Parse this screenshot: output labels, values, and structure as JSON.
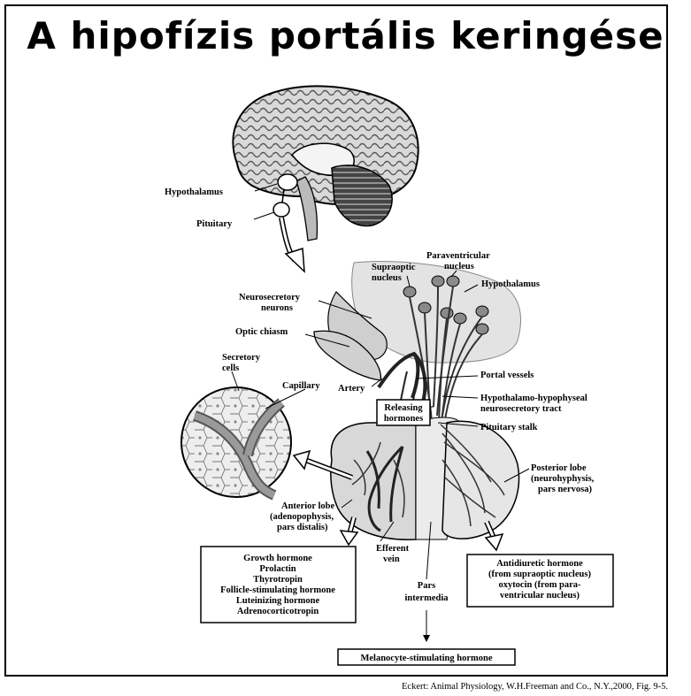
{
  "title": "A hipofízis portális keringése",
  "labels": {
    "hypothalamus_brain": "Hypothalamus",
    "pituitary": "Pituitary",
    "paraventricular_1": "Paraventricular",
    "paraventricular_2": "nucleus",
    "supraoptic_1": "Supraoptic",
    "supraoptic_2": "nucleus",
    "hypothalamus_detail": "Hypothalamus",
    "neurosecretory_1": "Neurosecretory",
    "neurosecretory_2": "neurons",
    "optic_chiasm": "Optic chiasm",
    "secretory_1": "Secretory",
    "secretory_2": "cells",
    "capillary": "Capillary",
    "artery": "Artery",
    "portal_vessels": "Portal vessels",
    "hht_1": "Hypothalamo-hypophyseal",
    "hht_2": "neurosecretory tract",
    "releasing_1": "Releasing",
    "releasing_2": "hormones",
    "pituitary_stalk": "Pituitary stalk",
    "posterior_1": "Posterior lobe",
    "posterior_2": "(neurohyphysis,",
    "posterior_3": "pars nervosa)",
    "anterior_1": "Anterior lobe",
    "anterior_2": "(adenopophysis,",
    "anterior_3": "pars distalis)",
    "efferent_1": "Efferent",
    "efferent_2": "vein",
    "pars_1": "Pars",
    "pars_2": "intermedia"
  },
  "anterior_hormones": [
    "Growth hormone",
    "Prolactin",
    "Thyrotropin",
    "Follicle-stimulating hormone",
    "Luteinizing hormone",
    "Adrenocorticotropin"
  ],
  "posterior_hormones": [
    "Antidiuretic hormone",
    "(from supraoptic nucleus)",
    "oxytocin (from para-",
    "ventricular nucleus)"
  ],
  "msh": "Melanocyte-stimulating hormone",
  "credit": "Eckert: Animal Physiology, W.H.Freeman and Co., N.Y.,2000, Fig. 9-5."
}
